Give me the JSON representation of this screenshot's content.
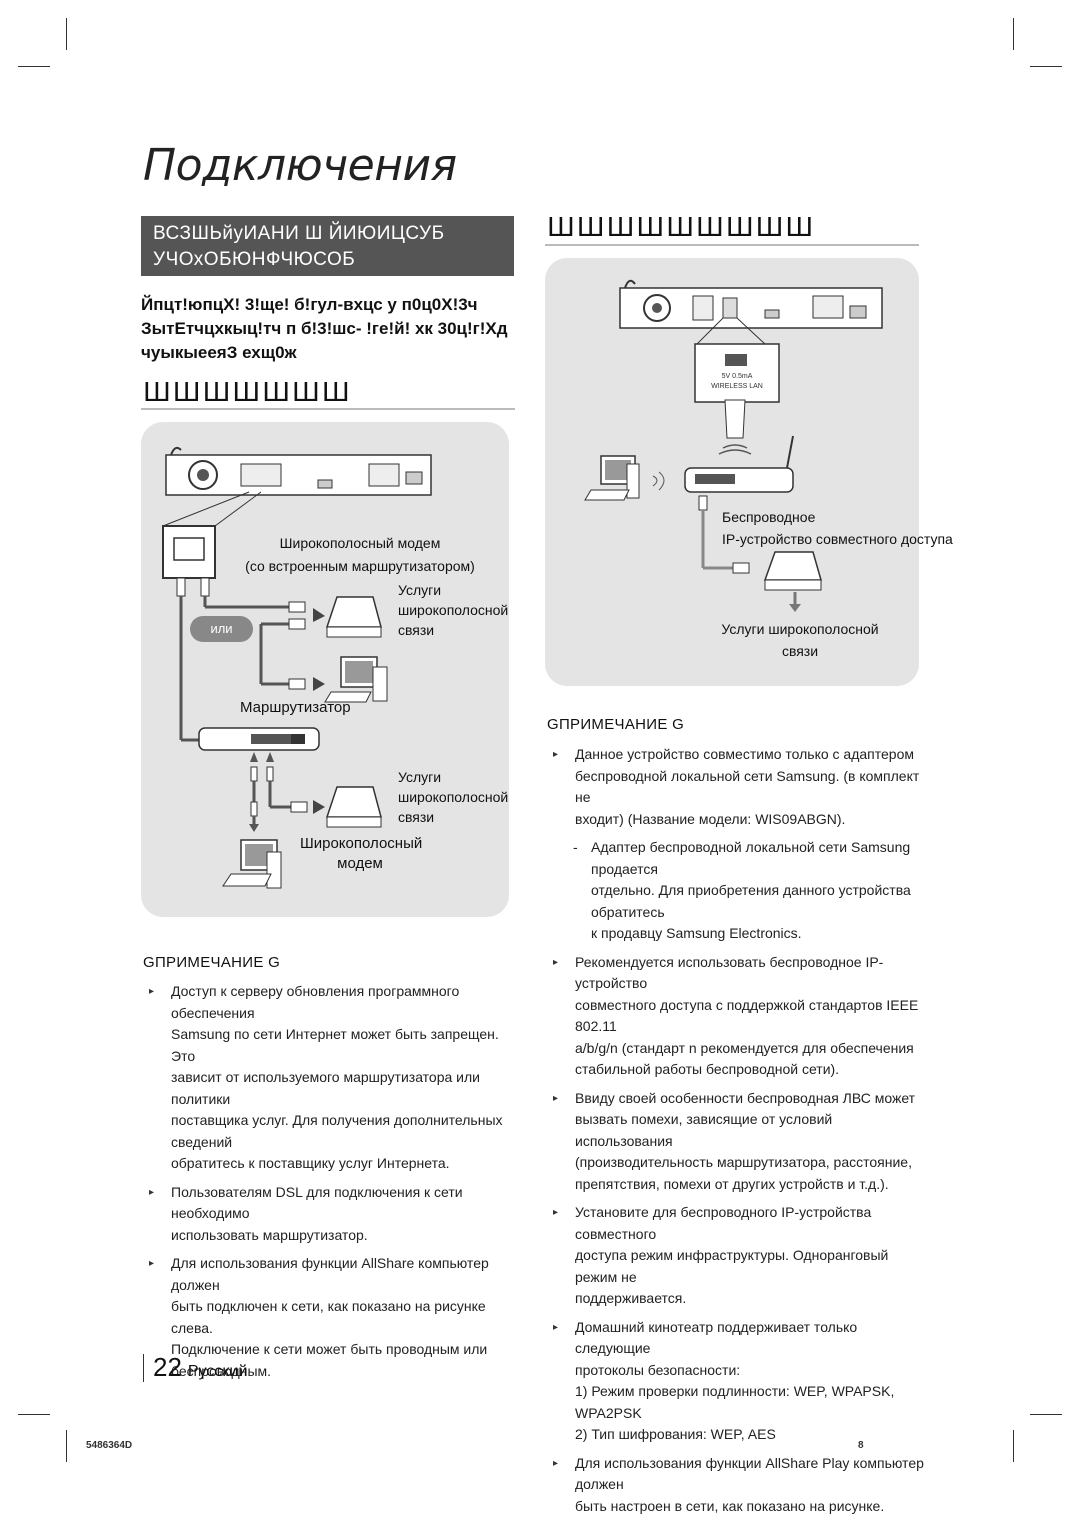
{
  "page": {
    "title": "Подключения",
    "section_bar": [
      "ВСЗШЬйуИАНИ Ш ЙИЮИЦСУБ",
      "УЧОхОБЮНФЧЮСОБ"
    ],
    "intro_lines": [
      "Йпцт!юпцХ! 3!ще! б!гул-вхцс у п0ц0Х!3ч",
      "ЗытЕтчцхкыц!тч п б!3!шс- !ге!й! хк 30ц!г!Хд",
      "чуыкыееяЗ ехщ0ж"
    ],
    "left_subhead": "ШШШШШШШ",
    "right_subhead": "ШШШШШШШШШ"
  },
  "left_diagram": {
    "modem_label_1": "Широкополосный модем",
    "modem_label_2": "(со встроенным маршрутизатором)",
    "services_1": [
      "Услуги",
      "широкополосной",
      "связи"
    ],
    "or_label": "или",
    "router_label": "Маршрутизатор",
    "services_2": [
      "Услуги",
      "широкополосной",
      "связи"
    ],
    "broadband_modem": [
      "Широкополосный",
      "модем"
    ]
  },
  "right_diagram": {
    "usb_port_text": [
      "5V 0.5mA",
      "WIRELESS LAN"
    ],
    "ap_label": [
      "Беспроводное",
      "IP-устройство совместного доступа"
    ],
    "services": [
      "Услуги широкополосной",
      "связи"
    ]
  },
  "left_notes": {
    "heading": "GПРИМЕЧАНИЕ G",
    "items": [
      [
        "Доступ к серверу обновления программного обеспечения",
        "Samsung по сети Интернет может быть запрещен. Это",
        "зависит от используемого маршрутизатора или политики",
        "поставщика услуг. Для получения дополнительных сведений",
        "обратитесь к поставщику услуг Интернета."
      ],
      [
        "Пользователям DSL для подключения к сети необходимо",
        "использовать маршрутизатор."
      ],
      [
        "Для использования функции AllShare компьютер должен",
        "быть подключен к сети, как показано на рисунке слева.",
        "Подключение к сети может быть проводным или",
        "беспроводным."
      ]
    ]
  },
  "right_notes": {
    "heading": "GПРИМЕЧАНИЕ G",
    "item1": [
      "Данное устройство совместимо только с адаптером",
      "беспроводной локальной сети Samsung. (в комплект не",
      "входит) (Название модели: WIS09ABGN)."
    ],
    "sub1": [
      "Адаптер беспроводной локальной сети Samsung продается",
      "отдельно. Для приобретения данного устройства обратитесь",
      "к продавцу Samsung Electronics."
    ],
    "item2": [
      "Рекомендуется использовать беспроводное IP-устройство",
      "совместного доступа с поддержкой стандартов IEEE 802.11",
      "a/b/g/n (стандарт n рекомендуется для обеспечения",
      "стабильной работы беспроводной сети)."
    ],
    "item3": [
      "Ввиду своей особенности беспроводная ЛВС может",
      "вызвать помехи, зависящие от условий использования",
      "(производительность маршрутизатора, расстояние,",
      "препятствия, помехи от других устройств и т.д.)."
    ],
    "item4": [
      "Установите для беспроводного IP-устройства совместного",
      "доступа режим инфраструктуры. Одноранговый режим не",
      "поддерживается."
    ],
    "item5": [
      "Домашний кинотеатр поддерживает только следующие",
      "протоколы безопасности:"
    ],
    "item5_list": [
      "1) Режим проверки подлинности: WEP, WPAPSK, WPA2PSK",
      "2) Тип шифрования: WEP, AES"
    ],
    "item6": [
      "Для использования функции AllShare Play компьютер должен",
      "быть настроен в сети, как показано на рисунке."
    ]
  },
  "footer": {
    "page_number": "22",
    "language": "Русский",
    "code_left": "5486364D",
    "code_right": "8"
  },
  "colors": {
    "section_bar": "#555555",
    "panel": "#e4e4e4",
    "device": "#5a5a5a"
  }
}
